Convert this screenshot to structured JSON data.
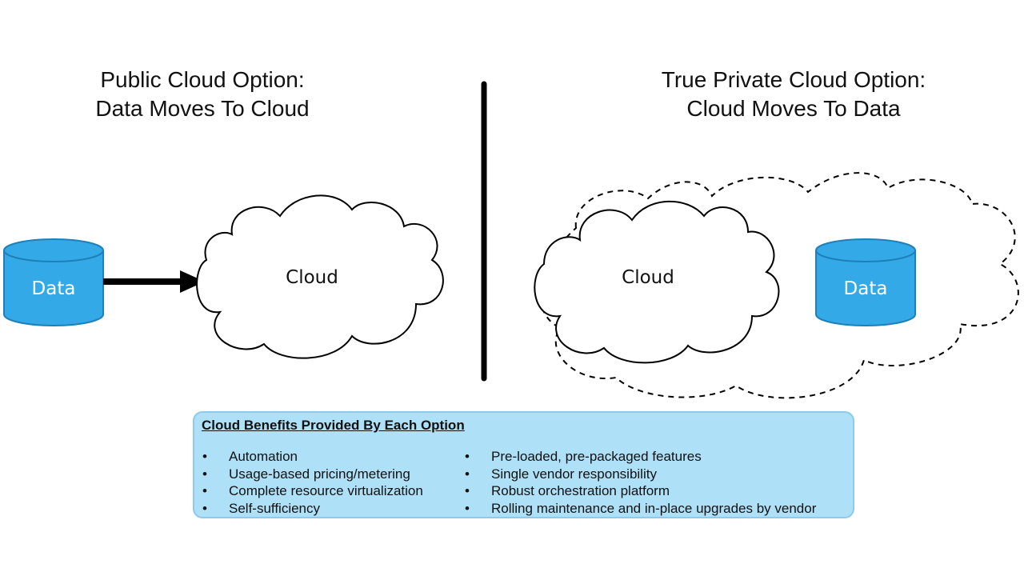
{
  "left_title": {
    "line1": "Public Cloud Option:",
    "line2": "Data Moves To Cloud"
  },
  "right_title": {
    "line1": "True Private Cloud Option:",
    "line2": "Cloud Moves To Data"
  },
  "left_diagram": {
    "database_label": "Data",
    "cloud_label": "Cloud"
  },
  "right_diagram": {
    "cloud_label": "Cloud",
    "database_label": "Data"
  },
  "benefits": {
    "title": "Cloud Benefits Provided By Each Option",
    "bullet": "•",
    "left_items": [
      "Automation",
      "Usage-based pricing/metering",
      "Complete resource virtualization",
      "Self-sufficiency"
    ],
    "right_items": [
      "Pre-loaded, pre-packaged features",
      "Single vendor responsibility",
      "Robust orchestration platform",
      "Rolling maintenance and in-place upgrades by vendor"
    ]
  },
  "colors": {
    "database_fill": "#33a9e8",
    "database_stroke": "#1f7fb8",
    "benefits_fill": "#aee0f7"
  }
}
